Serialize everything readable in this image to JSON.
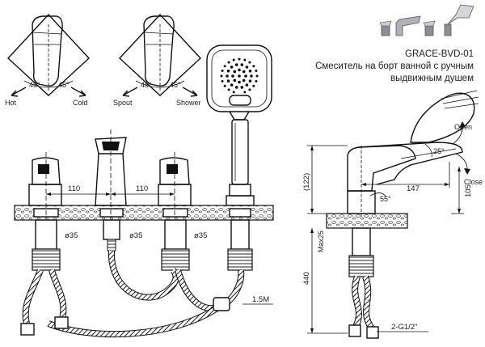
{
  "product": {
    "model": "GRACE-BVD-01",
    "description_line1": "Смеситель на борт ванной с ручным",
    "description_line2": "выдвижным душем"
  },
  "handle_diagrams": {
    "left": {
      "angle_left": "45°",
      "angle_right": "45°",
      "label_left": "Hot",
      "label_right": "Cold"
    },
    "right": {
      "angle_left": "45°",
      "angle_right": "45°",
      "label_left": "Spout",
      "label_right": "Shower"
    }
  },
  "front_view": {
    "spacing_left": "110",
    "spacing_right": "110",
    "hole_diameters": [
      "ø35",
      "ø35",
      "ø35"
    ],
    "hose_length": "1.5M"
  },
  "side_view": {
    "open_label": "Open",
    "close_label": "Close",
    "lever_angle": "25°",
    "base_angle": "55°",
    "reach": "147",
    "height_above_deck": "(122)",
    "spout_height": "105",
    "total_height": "440",
    "deck_thickness": "Max25",
    "connection": "2-G1/2\""
  }
}
